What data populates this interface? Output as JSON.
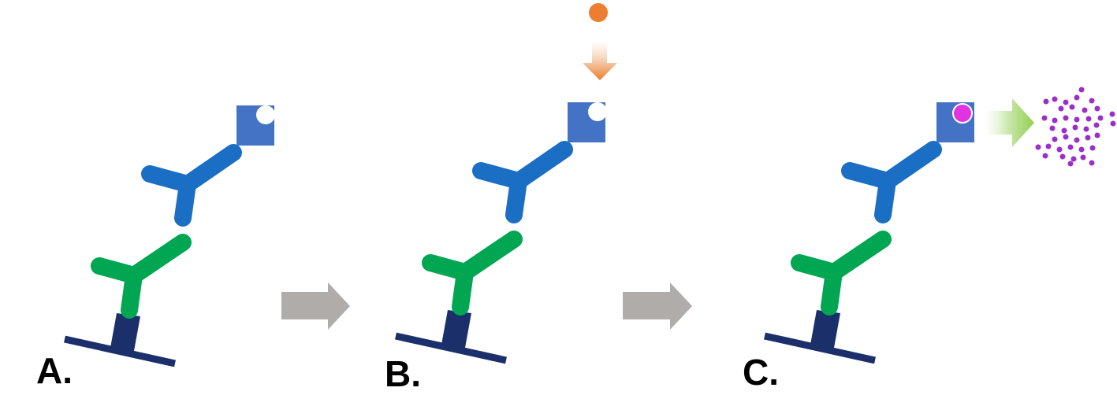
{
  "panels": {
    "a": {
      "label": "A."
    },
    "b": {
      "label": "B."
    },
    "c": {
      "label": "C."
    }
  },
  "colors": {
    "plate": "#1b2f6b",
    "capture_antibody": "#00a651",
    "detection_antibody": "#1a6fc4",
    "enzyme": "#4472c4",
    "substrate": "#ed7d31",
    "bound_substrate": "#e232e2",
    "product": "#9b2fc9",
    "flow_arrow": "#b0acaa",
    "signal_arrow": "#92d050"
  },
  "icons": {
    "flow_arrow": "right-arrow-icon",
    "substrate_arrow": "down-arrow-icon",
    "signal_arrow": "right-arrow-icon"
  }
}
